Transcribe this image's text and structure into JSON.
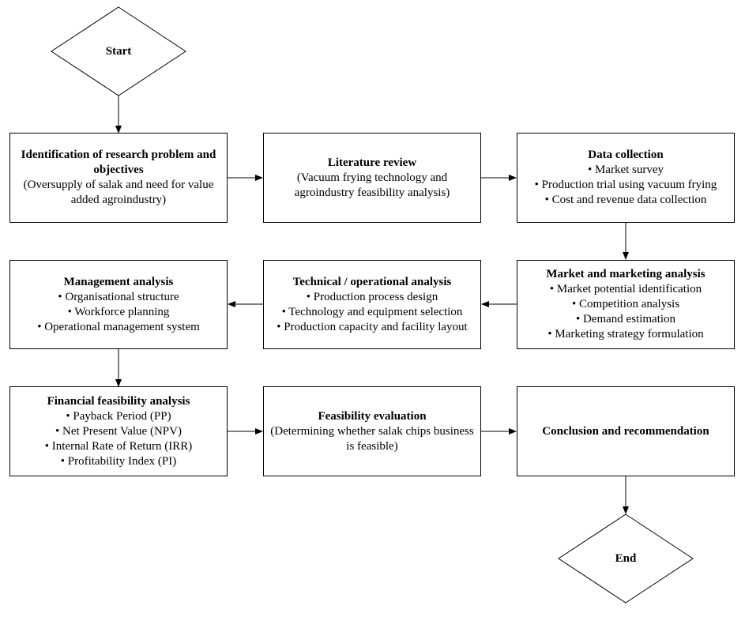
{
  "start": {
    "label": "Start"
  },
  "end": {
    "label": "End"
  },
  "row1": [
    {
      "title": "Identification of research problem and objectives",
      "lines": [
        "(Oversupply of salak and need for value added agroindustry)"
      ]
    },
    {
      "title": "Literature review",
      "lines": [
        "(Vacuum frying technology and agroindustry feasibility analysis)"
      ]
    },
    {
      "title": "Data collection",
      "lines": [
        "• Market survey",
        "• Production trial using vacuum frying",
        "• Cost and revenue data collection"
      ]
    }
  ],
  "row2": [
    {
      "title": "Management analysis",
      "lines": [
        "• Organisational structure",
        "• Workforce planning",
        "• Operational management system"
      ]
    },
    {
      "title": "Technical / operational analysis",
      "lines": [
        "• Production process design",
        "• Technology and equipment selection",
        "• Production capacity and facility layout"
      ]
    },
    {
      "title": "Market and marketing analysis",
      "lines": [
        "• Market potential identification",
        "• Competition analysis",
        "• Demand estimation",
        "• Marketing strategy formulation"
      ]
    }
  ],
  "row3": [
    {
      "title": "Financial feasibility analysis",
      "lines": [
        "• Payback Period (PP)",
        "• Net Present Value (NPV)",
        "• Internal Rate of Return (IRR)",
        "• Profitability Index (PI)"
      ]
    },
    {
      "title": "Feasibility evaluation",
      "lines": [
        "(Determining whether salak chips business is feasible)"
      ]
    },
    {
      "title": "Conclusion and recommendation",
      "lines": []
    }
  ]
}
